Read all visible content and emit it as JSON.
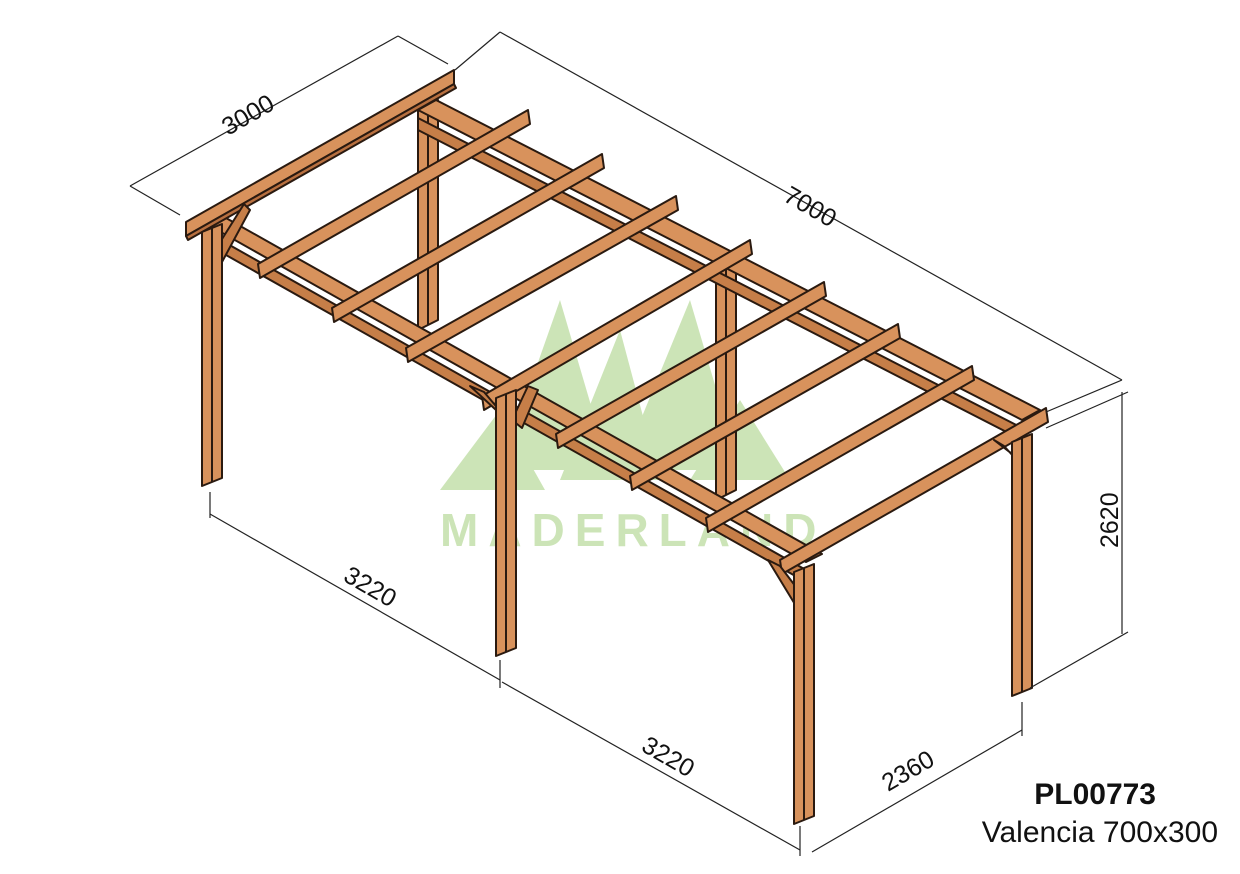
{
  "product": {
    "code": "PL00773",
    "name": "Valencia 700x300"
  },
  "watermark": {
    "text": "MADERLAND",
    "color": "#bcdca0"
  },
  "dimensions": {
    "width": "3000",
    "length": "7000",
    "height": "2620",
    "span_left": "3220",
    "span_right": "3220",
    "post_width": "2360"
  },
  "colors": {
    "wood": "#d8925c",
    "wood_edge": "#2a1a10",
    "dim_line": "#222222"
  }
}
